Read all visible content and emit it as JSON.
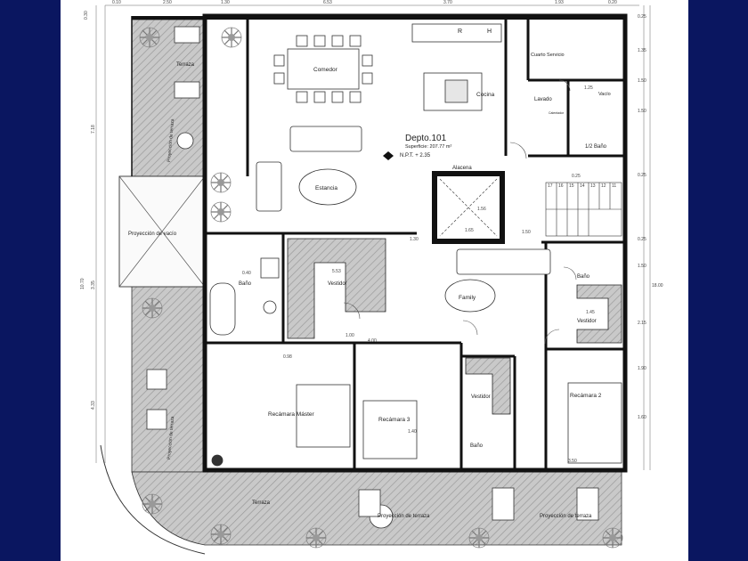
{
  "plan": {
    "unit": {
      "name": "Depto.101",
      "surface": "Superficie: 207.77 m²",
      "level": "N.P.T. + 2.35"
    },
    "rooms": [
      {
        "id": "terraza-top",
        "label": "Terraza"
      },
      {
        "id": "proyeccion-terraza-left",
        "label": "Proyección de terraza"
      },
      {
        "id": "comedor",
        "label": "Comedor"
      },
      {
        "id": "cocina",
        "label": "Cocina"
      },
      {
        "id": "cuarto-servicio",
        "label": "Cuarto Servicio"
      },
      {
        "id": "lavado",
        "label": "Lavado"
      },
      {
        "id": "vacio",
        "label": "Vacío"
      },
      {
        "id": "medio-bano",
        "label": "1/2 Baño"
      },
      {
        "id": "estancia",
        "label": "Estancia"
      },
      {
        "id": "alacena",
        "label": "Alacena"
      },
      {
        "id": "proyeccion-vacio",
        "label": "Proyección de vacío"
      },
      {
        "id": "bano-master",
        "label": "Baño"
      },
      {
        "id": "vestidor-master",
        "label": "Vestidor"
      },
      {
        "id": "family",
        "label": "Family"
      },
      {
        "id": "bano-2",
        "label": "Baño"
      },
      {
        "id": "vestidor-2",
        "label": "Vestidor"
      },
      {
        "id": "recamara-master",
        "label": "Recámara Máster"
      },
      {
        "id": "recamara-3",
        "label": "Recámara 3"
      },
      {
        "id": "vestidor-3",
        "label": "Vestidor"
      },
      {
        "id": "bano-3",
        "label": "Baño"
      },
      {
        "id": "recamara-2",
        "label": "Recámara 2"
      },
      {
        "id": "terraza-bottom",
        "label": "Terraza"
      },
      {
        "id": "proyeccion-terraza-bottom-1",
        "label": "Proyección de terraza"
      },
      {
        "id": "proyeccion-terraza-bottom-2",
        "label": "Proyección de terraza"
      },
      {
        "id": "proyeccion-terraza-left-2",
        "label": "Proyección de terraza"
      }
    ],
    "fixtures": {
      "fridge": "R",
      "oven": "H",
      "calentador": "Calentador"
    },
    "top_dimensions": [
      "0.10",
      "2.50",
      "1.30",
      "6.53",
      "3.70",
      "1.93",
      "0.20"
    ],
    "left_dimensions": [
      "0.30",
      "7.18",
      "10.70",
      "3.35",
      "4.33"
    ],
    "right_dimensions": [
      "0.25",
      "1.35",
      "1.50",
      "1.50",
      "0.25",
      "0.25",
      "1.50",
      "2.15",
      "1.90",
      "1.60",
      "18.00"
    ],
    "interior_dimensions": [
      "1.25",
      "1.56",
      "1.65",
      "1.30",
      "1.50",
      "0.40",
      "5.53",
      "1.00",
      "4.00",
      "0.98",
      "1.40",
      "1.45",
      "0.25",
      "3.50"
    ],
    "stair_numbers": [
      "17",
      "16",
      "15",
      "14",
      "13",
      "12",
      "11"
    ]
  }
}
